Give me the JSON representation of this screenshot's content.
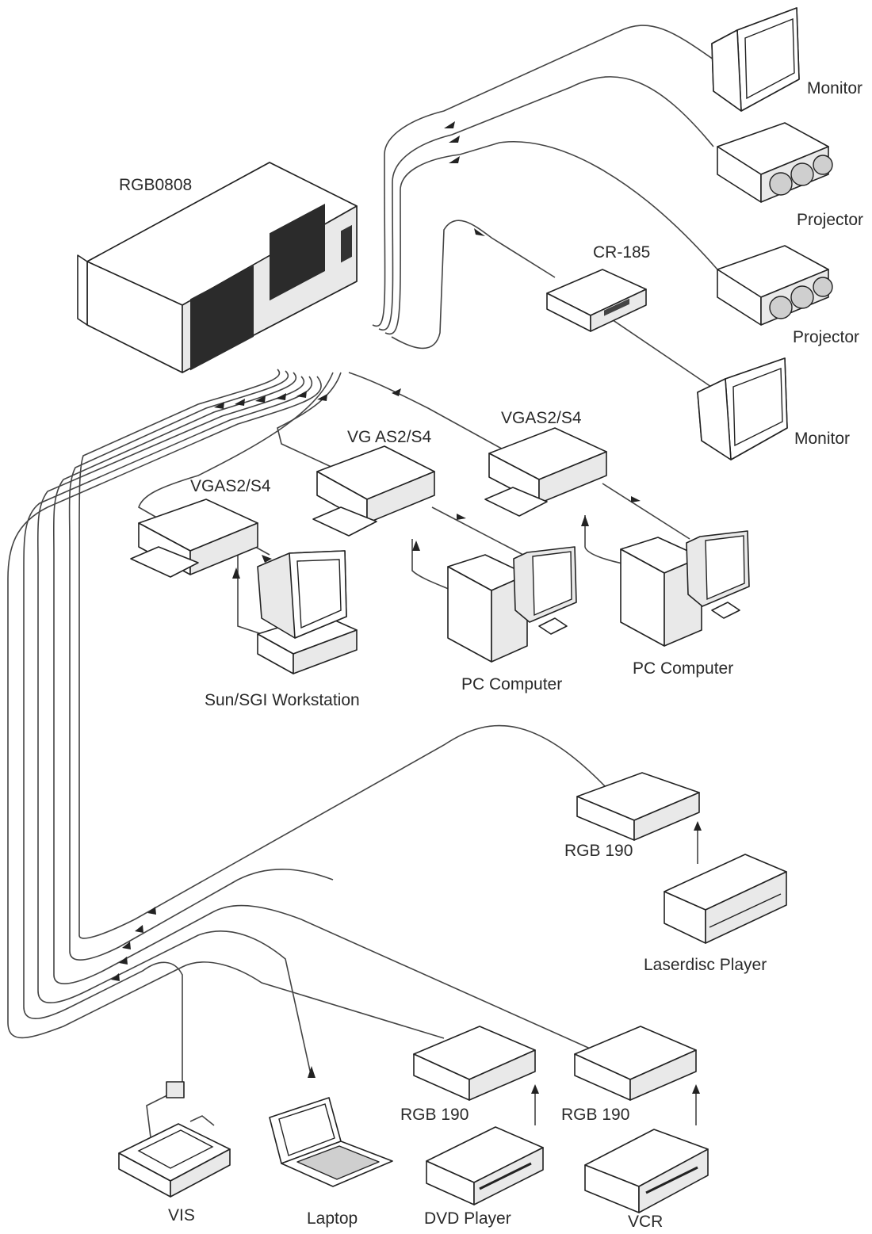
{
  "labels": {
    "matrix": "RGB0808",
    "monitor_top": "Monitor",
    "projector_1": "Projector",
    "projector_2": "Projector",
    "cr185": "CR-185",
    "monitor_mid": "Monitor",
    "vgas_1": "VGAS2/S4",
    "vgas_2": "VG AS2/S4",
    "vgas_3": "VGAS2/S4",
    "sun_sgi": "Sun/SGI Workstation",
    "pc_1": "PC Computer",
    "pc_2": "PC Computer",
    "rgb190_a": "RGB 190",
    "laserdisc": "Laserdisc Player",
    "rgb190_b": "RGB 190",
    "rgb190_c": "RGB 190",
    "vis": "VIS",
    "laptop": "Laptop",
    "dvd": "DVD Player",
    "vcr": "VCR"
  }
}
